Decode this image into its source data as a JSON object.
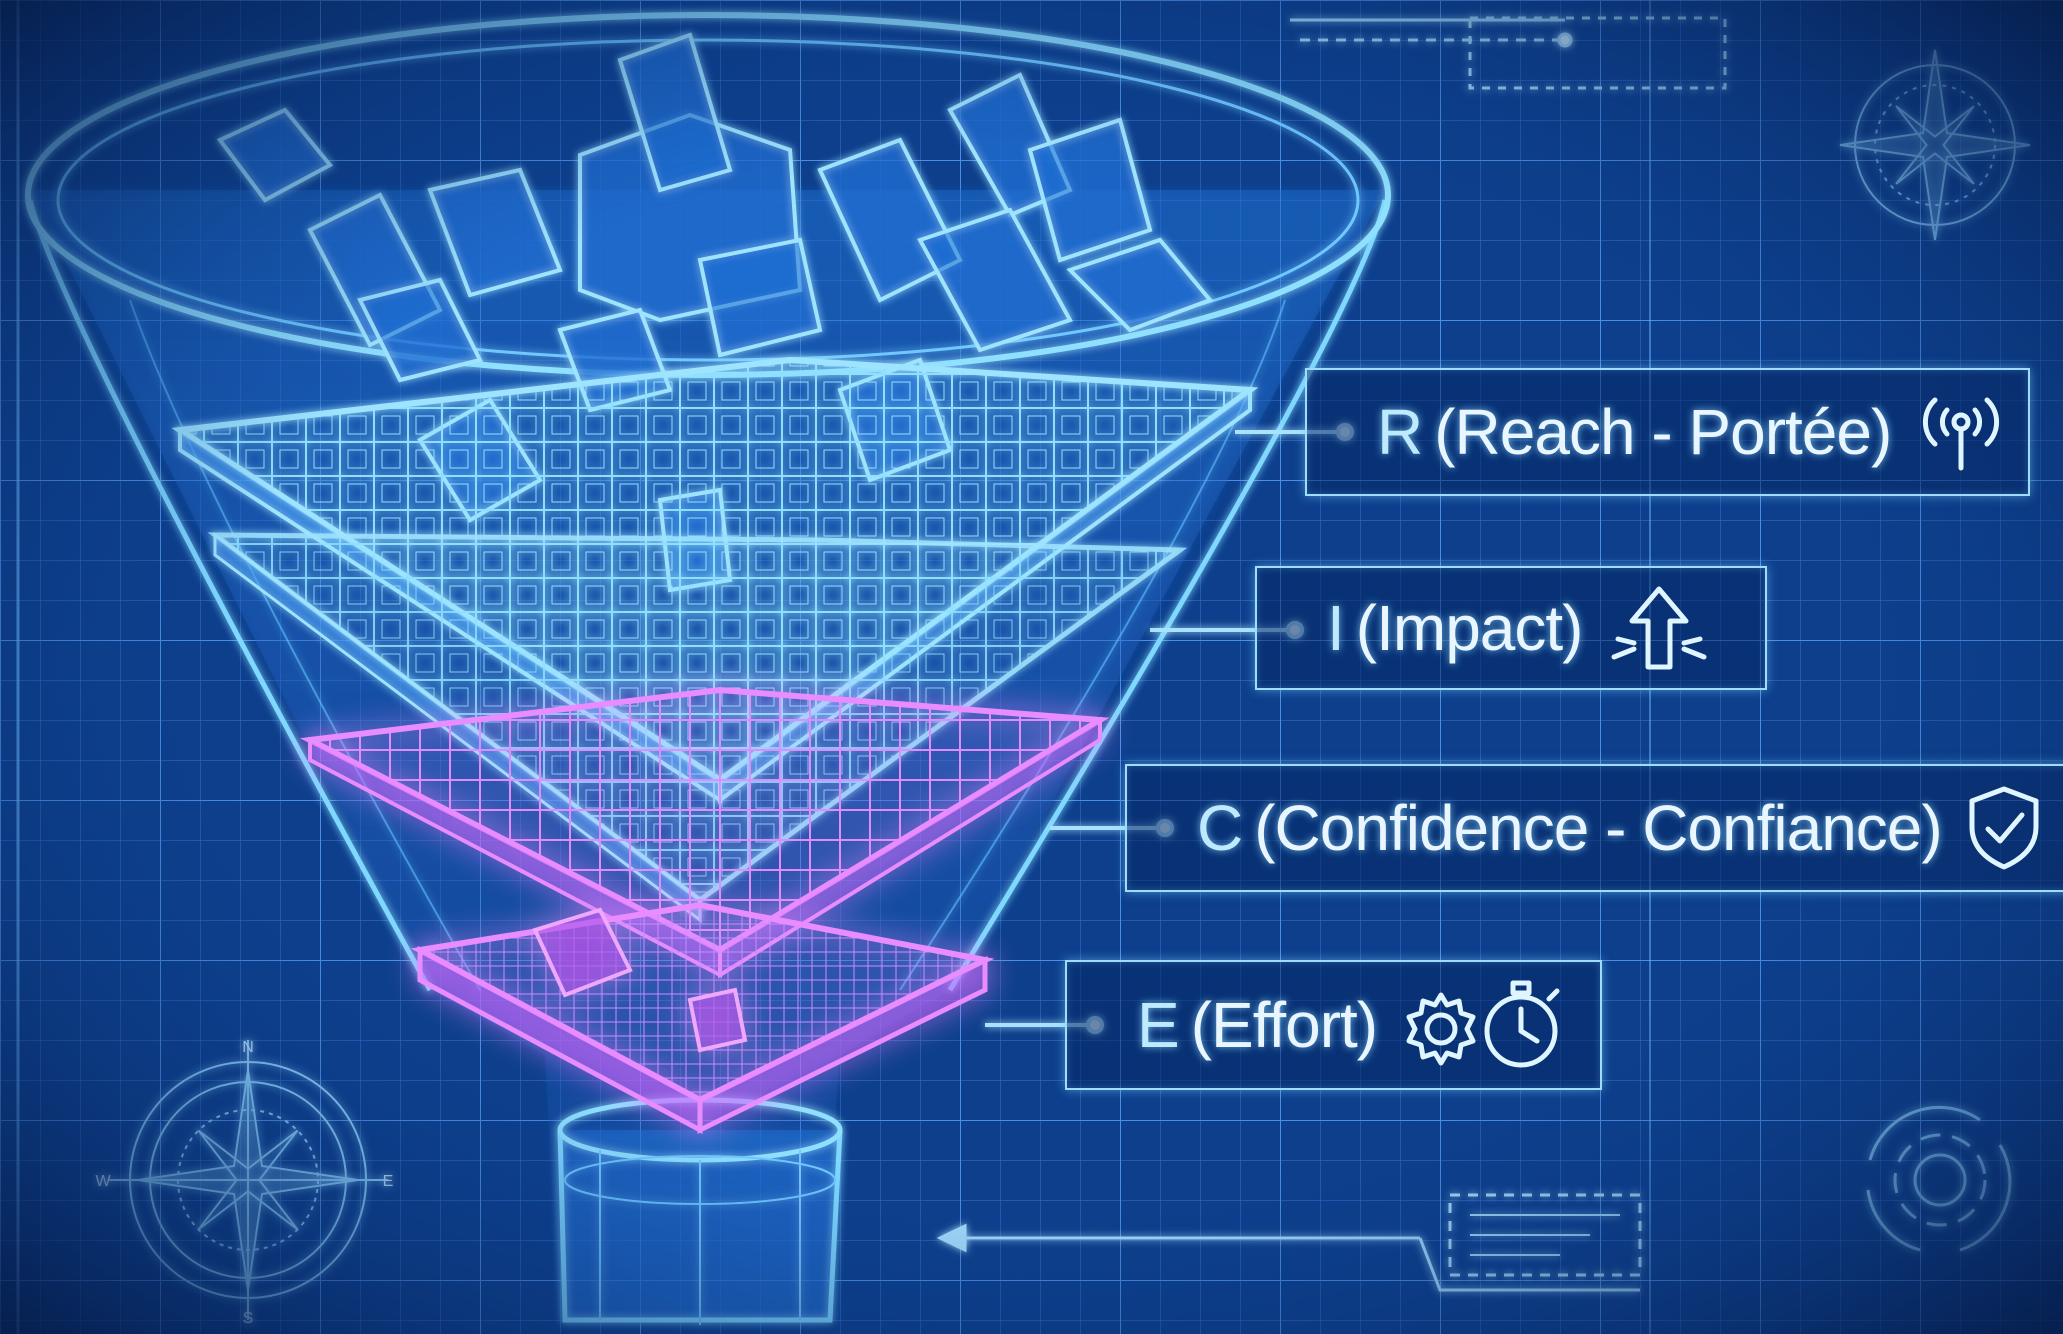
{
  "criteria": [
    {
      "letter": "R",
      "text": "(Reach - Portée)",
      "icon": "signal-antenna-icon"
    },
    {
      "letter": "I",
      "text": "(Impact)",
      "icon": "arrow-up-impact-icon"
    },
    {
      "letter": "C",
      "text": "(Confidence - Confiance)",
      "icon": "shield-check-icon"
    },
    {
      "letter": "E",
      "text": "(Effort)",
      "icon": "gear-stopwatch-icon"
    }
  ],
  "compass": {
    "north": "N",
    "south": "S",
    "east": "E",
    "west": "W"
  },
  "colors": {
    "background": "#0d3f8c",
    "grid": "#3d7fd6",
    "blueprint_line": "#7fd8ff",
    "magenta_glow": "#d36bff",
    "label_text": "#eaf6ff"
  }
}
